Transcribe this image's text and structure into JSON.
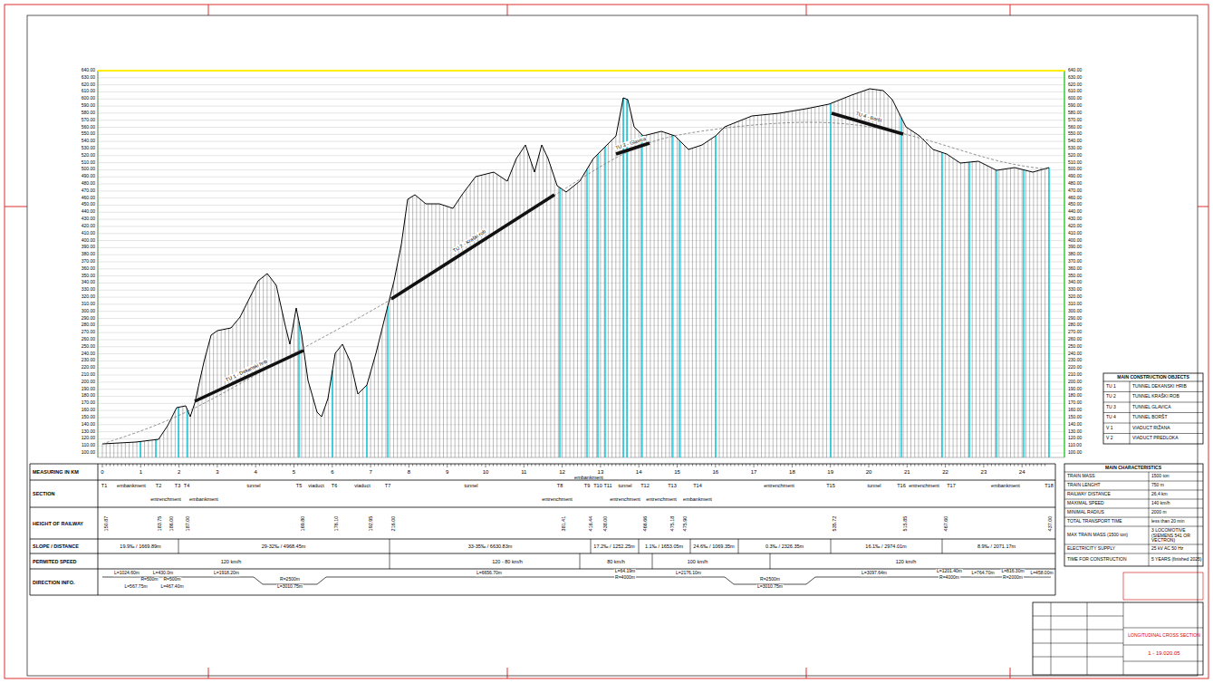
{
  "diagram": {
    "labels": [
      "640.00",
      "630.00",
      "620.00",
      "610.00",
      "600.00",
      "590.00",
      "580.00",
      "570.00",
      "560.00",
      "550.00",
      "540.00",
      "530.00",
      "520.00",
      "510.00",
      "500.00",
      "490.00",
      "480.00",
      "470.00",
      "460.00",
      "450.00",
      "440.00",
      "430.00",
      "420.00",
      "410.00",
      "400.00",
      "390.00",
      "380.00",
      "370.00",
      "360.00",
      "350.00",
      "340.00",
      "330.00",
      "320.00",
      "310.00",
      "300.00",
      "290.00",
      "280.00",
      "270.00",
      "260.00",
      "250.00",
      "240.00",
      "230.00",
      "220.00",
      "210.00",
      "200.00",
      "190.00",
      "180.00",
      "170.00",
      "160.00",
      "150.00",
      "140.00",
      "130.00",
      "120.00",
      "110.00",
      "100.00",
      "640.00",
      "630.00",
      "620.00",
      "610.00",
      "600.00",
      "590.00",
      "580.00",
      "570.00",
      "560.00",
      "550.00",
      "540.00",
      "530.00",
      "520.00",
      "510.00",
      "500.00",
      "490.00",
      "480.00",
      "470.00",
      "460.00",
      "450.00",
      "440.00",
      "430.00",
      "420.00",
      "410.00",
      "400.00",
      "390.00",
      "380.00",
      "370.00",
      "360.00",
      "350.00",
      "340.00",
      "330.00",
      "320.00",
      "310.00",
      "300.00",
      "290.00",
      "280.00",
      "270.00",
      "260.00",
      "250.00",
      "240.00",
      "230.00",
      "220.00",
      "210.00",
      "200.00",
      "190.00",
      "180.00",
      "170.00",
      "160.00",
      "150.00",
      "140.00",
      "130.00",
      "120.00",
      "110.00",
      "100.00",
      "0",
      "1",
      "2",
      "3",
      "4",
      "5",
      "6",
      "7",
      "8",
      "9",
      "10",
      "11",
      "12",
      "13",
      "14",
      "15",
      "16",
      "17",
      "18",
      "19",
      "20",
      "21",
      "22",
      "23",
      "24",
      "MEASURING IN KM",
      "SECTION",
      "HEIGHT OF RAILWAY",
      "SLOPE / DISTANCE",
      "PERMITED SPEED",
      "DIRECTION INFO.",
      "T1",
      "embankment",
      "T2",
      "entrenchment",
      "T3",
      "T4",
      "embankment",
      "tunnel",
      "T5",
      "viaduct",
      "T6",
      "viaduct",
      "T7",
      "tunnel",
      "embankment",
      "T8",
      "entrenchment",
      "T9",
      "T10",
      "T11",
      "tunnel",
      "entrenchment",
      "T12",
      "entrenchment",
      "T13",
      "T14",
      "embankment",
      "entrenchment",
      "T15",
      "tunnel",
      "T16",
      "entrenchment",
      "T17",
      "embankment",
      "T18",
      "150.87",
      "183.75",
      "186.00",
      "187.00",
      "169.80",
      "176.10",
      "192.95",
      "216.00",
      "381.41",
      "416.44",
      "438.00",
      "466.66",
      "475.18",
      "475.90",
      "535.72",
      "515.85",
      "467.60",
      "437.00",
      "19.9‰ / 1669.89m",
      "29-32‰ / 4968.45m",
      "33-35‰ / 6630.83m",
      "17.2‰ / 1252.25m",
      "1.1‰ / 1653.05m",
      "24.6‰ / 1069.35m",
      "0.3‰ / 2326.35m",
      "16.1‰ / 2974.01m",
      "8.9‰ / 2071.17m",
      "120 km/h",
      "120 - 80 km/h",
      "80 km/h",
      "100 km/h",
      "120 km/h",
      "L=1024.60m",
      "L=430.0m",
      "R=500m",
      "R=500m",
      "L=567.75m",
      "L=467.40m",
      "L=1918.20m",
      "R=2500m",
      "L=3010.75m",
      "L=6656.70m",
      "L=64.19m",
      "R=4000m",
      "L=2176.10m",
      "R=2500m",
      "L=3010.75m",
      "L=3097.64m",
      "L=1201.40m",
      "R=4000m",
      "L=764.70m",
      "L=816.30m",
      "R=2000m",
      "L=458.00m",
      "TU 1 - Dekanski hrib",
      "TU 2 - Kraški rob",
      "TU 3 - Glavica",
      "TU 4 - Boršt",
      "MAIN CONSTRUCTION OBJECTS",
      "TU 1",
      "TUNNEL DEKANSKI HRIB",
      "TU 2",
      "TUNNEL KRAŠKI ROB",
      "TU 3",
      "TUNNEL GLAVICA",
      "TU 4",
      "TUNNEL BORŠT",
      "V 1",
      "VIADUCT RIŽANA",
      "V 2",
      "VIADUCT PREDLOKA",
      "MAIN CHARACTERISTICS",
      "TRAIN MASS",
      "1500 ton",
      "TRAIN LENGHT",
      "750 m",
      "RAILWAY DISTANCE",
      "26,4 km",
      "MAXIMAL SPEED",
      "140 km/h",
      "MINIMAL RADIUS",
      "2000 m",
      "TOTAL TRANSPORT TIME",
      "less than 20 min",
      "MAX TRAIN MASS (1500 ton)",
      "3 LOCOMOTIVE (SIEMENS 541 OR VECTRON)",
      "ELECTRICITY SUPPLY",
      "25 kV AC 50 Hz",
      "TIME FOR CONSTRUCTION",
      "5 YEARS (finished 2025)",
      "LONGITUDINAL CROSS SECTION",
      "1 - 19.020.05"
    ]
  }
}
